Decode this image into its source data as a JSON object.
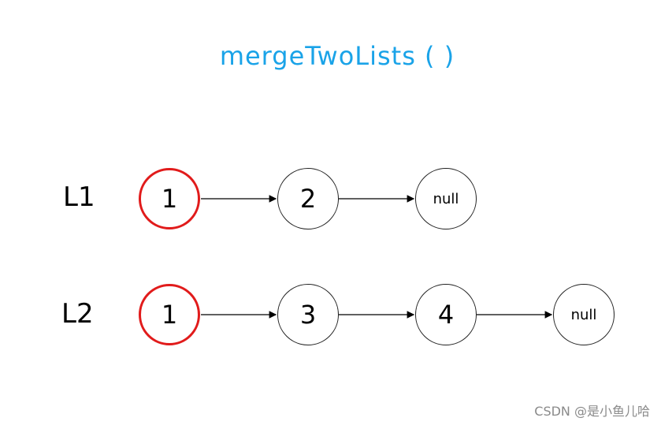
{
  "title": "mergeTwoLists ( )",
  "colors": {
    "title": "#1aa3e8",
    "highlight": "#e11b1b",
    "edge": "#000000"
  },
  "lists": [
    {
      "label": "L1",
      "nodes": [
        "1",
        "2",
        "null"
      ],
      "highlighted_index": 0
    },
    {
      "label": "L2",
      "nodes": [
        "1",
        "3",
        "4",
        "null"
      ],
      "highlighted_index": 0
    }
  ],
  "watermark": "CSDN @是小鱼儿哈"
}
